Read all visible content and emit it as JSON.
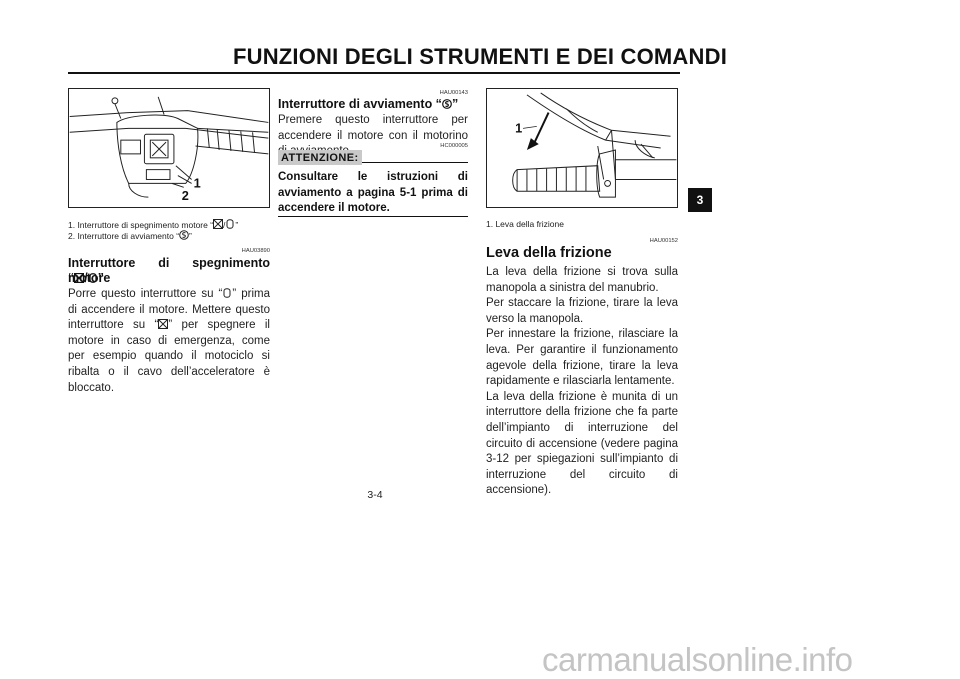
{
  "header": {
    "title": "FUNZIONI DEGLI STRUMENTI E DEI COMANDI"
  },
  "left_figure": {
    "callout_1": "1",
    "callout_2": "2",
    "captions": [
      "1.  Interruttore di spegnimento motore “",
      "2.  Interruttore di avviamento “"
    ]
  },
  "engine_stop_section": {
    "code": "HAU03890",
    "title_line1": "Interruttore di spegnimento motore",
    "title_line2_quote_open": "“",
    "title_line2_quote_close": "”",
    "body_parts": [
      "Porre questo interruttore su “",
      "” prima di accendere il motore. Mettere questo interruttore su “",
      "” per spegnere il motore in caso di emergenza, come per esempio quando il motociclo si ribalta o il cavo dell’acceleratore è bloccato."
    ]
  },
  "starter_section": {
    "code": "HAU00143",
    "title": "Interruttore di avviamento “",
    "title_close": "”",
    "body": "Premere questo interruttore per accendere il motore con il motorino di avviamento.",
    "caution_code": "HC000005",
    "caution_label": "ATTENZIONE:",
    "caution_body": "Consultare le istruzioni di avviamento a pagina 5-1 prima di accendere il motore."
  },
  "right_figure": {
    "callout_1": "1",
    "caption": "1.  Leva della frizione"
  },
  "clutch_section": {
    "code": "HAU00152",
    "title": "Leva della frizione",
    "body": "La leva della frizione si trova sulla manopola a sinistra del manubrio.\nPer staccare la frizione, tirare la leva verso la manopola.\nPer innestare la frizione, rilasciare la leva. Per garantire il funzionamento agevole della frizione, tirare la leva rapidamente e rilasciarla lentamente.\nLa leva della frizione è munita di un interruttore della frizione che fa parte dell’impianto di interruzione del circuito di accensione (vedere pagina 3-12 per spiegazioni sull’impianto di interruzione del circuito di accensione)."
  },
  "side_tab": {
    "label": "3"
  },
  "footer": {
    "page_number": "3-4",
    "watermark": "carmanualsonline.info"
  },
  "icons": [
    "engine-stop-icon",
    "engine-run-icon",
    "starter-icon"
  ]
}
